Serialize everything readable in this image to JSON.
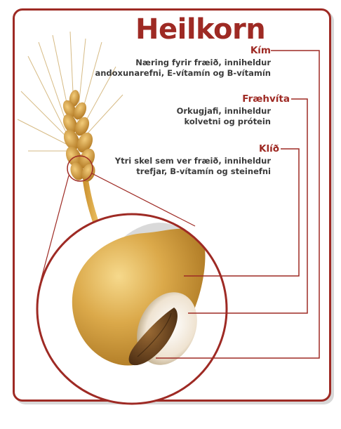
{
  "title": "Heilkorn",
  "parts": [
    {
      "name": "Kím",
      "description_lines": [
        "Næring fyrir fræið, inniheldur",
        "andoxunarefni, E-vítamín og B-vítamín"
      ]
    },
    {
      "name": "Fræhvíta",
      "description_lines": [
        "Orkugjafi, inniheldur",
        "kolvetni og prótein"
      ]
    },
    {
      "name": "Klíð",
      "description_lines": [
        "Ytri skel sem ver fræið, inniheldur",
        "trefjar, B-vítamín og steinefni"
      ]
    }
  ],
  "colors": {
    "accent": "#9e2a24",
    "text": "#3b3b3b",
    "grain": "#d9a441"
  }
}
